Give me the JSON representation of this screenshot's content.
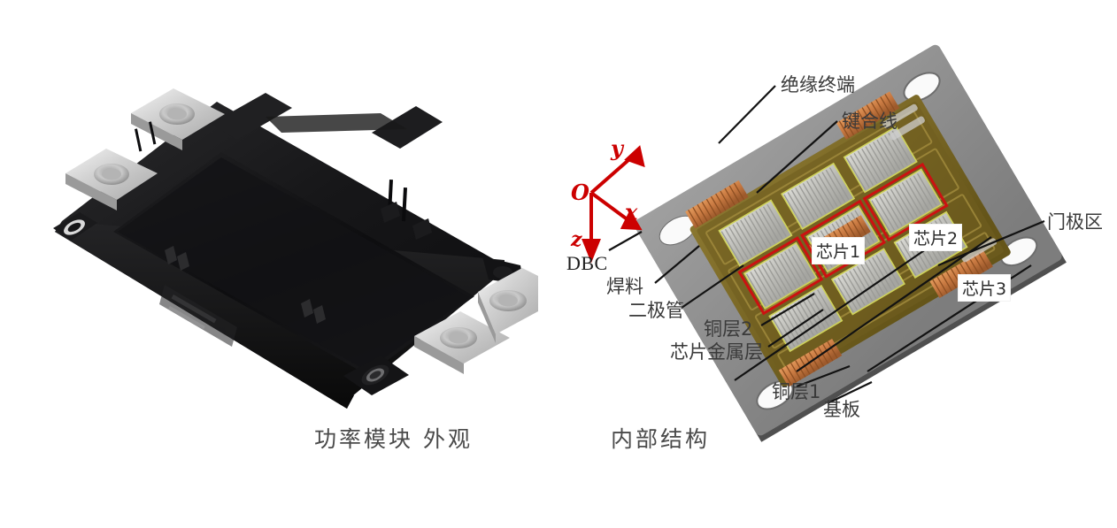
{
  "figure": {
    "left_panel": {
      "caption": "功率模块 外观",
      "subject": "power-module-photo",
      "housing_color": "#121212",
      "terminal_color": "#d8d8d8"
    },
    "right_panel": {
      "caption": "内部结构",
      "subject": "power-module-internal-structure",
      "baseplate_color": "#8d8d8d",
      "dbc_color": "#7a6a28",
      "copper_wire_color": "#c87941",
      "chip_color": "#c9c9c4",
      "highlight_box_color": "#cc1111"
    },
    "axes": {
      "origin": "O",
      "x": "x",
      "y": "y",
      "z": "z",
      "color": "#cc0000"
    },
    "callouts": [
      {
        "id": "insulation-terminal",
        "text": "绝缘终端"
      },
      {
        "id": "bond-wire",
        "text": "键合线"
      },
      {
        "id": "gate-region",
        "text": "门极区"
      },
      {
        "id": "dbc",
        "text": "DBC"
      },
      {
        "id": "solder",
        "text": "焊料"
      },
      {
        "id": "diode",
        "text": "二极管"
      },
      {
        "id": "copper-layer-2",
        "text": "铜层2"
      },
      {
        "id": "chip-metal-layer",
        "text": "芯片金属层"
      },
      {
        "id": "copper-layer-1",
        "text": "铜层1"
      },
      {
        "id": "baseplate",
        "text": "基板"
      }
    ],
    "chip_labels": [
      {
        "id": "chip-1",
        "text": "芯片1"
      },
      {
        "id": "chip-2",
        "text": "芯片2"
      },
      {
        "id": "chip-3",
        "text": "芯片3"
      }
    ]
  }
}
